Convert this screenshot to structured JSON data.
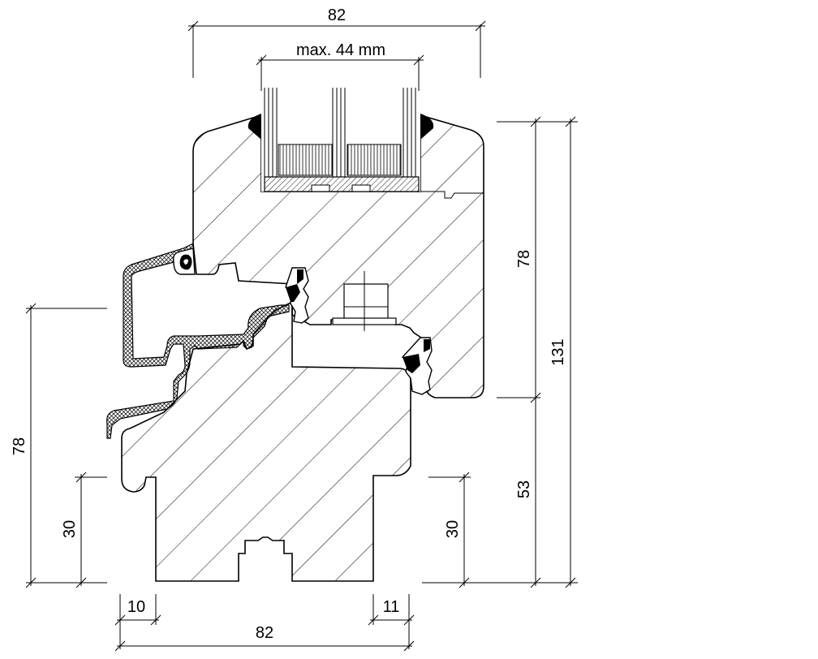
{
  "drawing": {
    "dimensions": {
      "top_width": "82",
      "glass_max": "max. 44 mm",
      "right_upper": "78",
      "right_total": "131",
      "right_lower": "53",
      "left_height": "78",
      "left_rebate": "30",
      "right_rebate": "30",
      "bottom_left_offset": "10",
      "bottom_right_offset": "11",
      "bottom_width": "82"
    },
    "colors": {
      "line": "#000000",
      "background": "#ffffff"
    }
  }
}
